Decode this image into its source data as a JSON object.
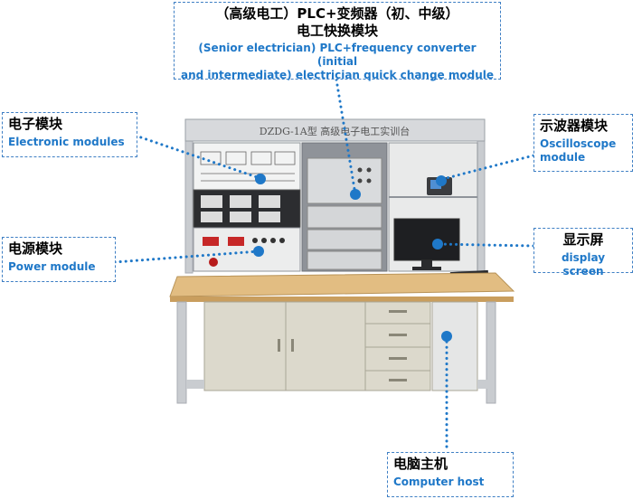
{
  "panel_title": "DZDG-1A型 高级电子电工实训台",
  "callouts": {
    "top": {
      "zh_line1": "（高级电工）PLC+变频器（初、中级）",
      "zh_line2": "电工快换模块",
      "en_line1": "(Senior electrician) PLC+frequency converter (initial",
      "en_line2": "and intermediate) electrician quick change module"
    },
    "electronic": {
      "zh": "电子模块",
      "en": "Electronic modules"
    },
    "power": {
      "zh": "电源模块",
      "en": "Power module"
    },
    "oscilloscope": {
      "zh": "示波器模块",
      "en_line1": "Oscilloscope",
      "en_line2": "module"
    },
    "display": {
      "zh": "显示屏",
      "en": "display screen"
    },
    "computer": {
      "zh": "电脑主机",
      "en": "Computer host"
    }
  },
  "colors": {
    "accent": "#1f78c8",
    "border": "#3e7fc4",
    "wood": "#e2bd82",
    "cabinet": "#dcd9cc",
    "frame": "#c9ccd0"
  }
}
